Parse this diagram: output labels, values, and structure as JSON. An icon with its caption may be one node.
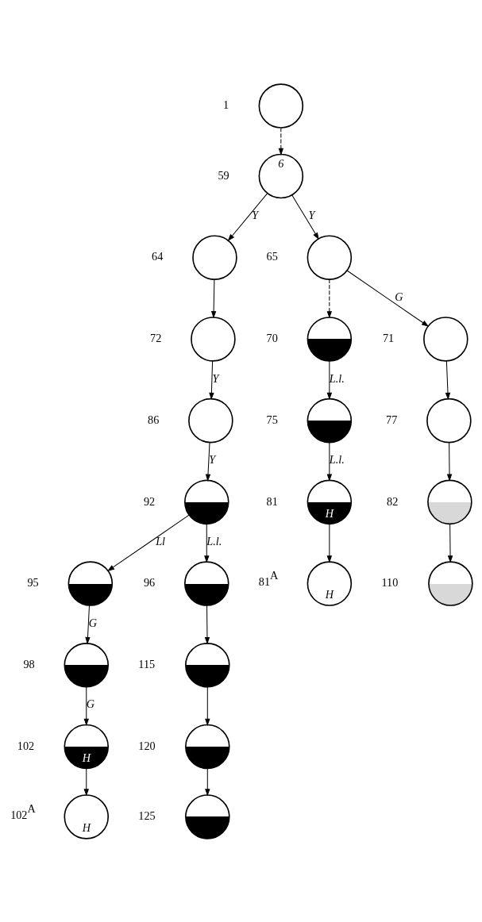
{
  "diagram": {
    "nodes": [
      {
        "text": [],
        "shape": "circle",
        "beside": [
          "1"
        ]
      },
      {
        "text": [
          "6"
        ],
        "beside": [
          "59"
        ]
      },
      {
        "text": [],
        "shape": "circle",
        "beside": [
          "64"
        ]
      },
      {
        "text": [],
        "shape": "circle",
        "beside": [
          "65"
        ]
      },
      {
        "text": [],
        "shape": "circle",
        "beside": [
          "72"
        ]
      },
      {
        "text": [],
        "shape": "circle",
        "beside": [
          "70"
        ]
      },
      {
        "text": [],
        "shape": "circle",
        "beside": [
          "71"
        ]
      },
      {
        "text": [],
        "shape": "circle",
        "beside": [
          "86"
        ]
      },
      {
        "text": [],
        "shape": "circle",
        "beside": [
          "75"
        ]
      },
      {
        "text": [],
        "shape": "circle",
        "beside": [
          "77"
        ]
      },
      {
        "text": [],
        "shape": "circle",
        "beside": [
          "92"
        ]
      },
      {
        "text": [
          "H"
        ],
        "beside": [
          "81"
        ]
      },
      {
        "text": [],
        "shape": "circle",
        "beside": [
          "82"
        ]
      },
      {
        "text": [],
        "shape": "circle",
        "beside": [
          "95"
        ]
      },
      {
        "text": [],
        "shape": "circle",
        "beside": [
          "96"
        ]
      },
      {
        "text": [
          "H"
        ],
        "beside": [
          "81$^{A}$"
        ]
      },
      {
        "text": [],
        "shape": "circle",
        "beside": [
          "110"
        ]
      },
      {
        "text": [],
        "shape": "circle",
        "beside": [
          "98"
        ]
      },
      {
        "text": [],
        "shape": "circle",
        "beside": [
          "115"
        ]
      },
      {
        "text": [
          "H"
        ],
        "beside": [
          "102"
        ]
      },
      {
        "text": [],
        "shape": "circle",
        "beside": [
          "120"
        ]
      },
      {
        "text": [
          "H"
        ],
        "beside": [
          "102$^{A}$"
        ]
      },
      {
        "text": [],
        "shape": "circle",
        "beside": [
          "125"
        ]
      }
    ],
    "edges": [
      {
        "from": 0,
        "to": 1,
        "arrow": "to",
        "style": "dashed"
      },
      {
        "from": 1,
        "to": 2,
        "arrow": "to",
        "label": "Y"
      },
      {
        "from": 1,
        "to": 3,
        "arrow": "to",
        "label": "Y"
      },
      {
        "from": 2,
        "to": 4,
        "arrow": "to"
      },
      {
        "from": 3,
        "to": 5,
        "arrow": "to",
        "style": "dashed"
      },
      {
        "from": 3,
        "to": 6,
        "arrow": "to",
        "label": "G"
      },
      {
        "from": 4,
        "to": 7,
        "arrow": "to",
        "label": "Y"
      },
      {
        "from": 5,
        "to": 8,
        "arrow": "to",
        "label": "L.l."
      },
      {
        "from": 6,
        "to": 9,
        "arrow": "to"
      },
      {
        "from": 7,
        "to": 10,
        "arrow": "to",
        "label": "Y"
      },
      {
        "from": 8,
        "to": 11,
        "arrow": "to",
        "label": "L.l."
      },
      {
        "from": 9,
        "to": 12,
        "arrow": "to"
      },
      {
        "from": 10,
        "to": 13,
        "arrow": "to",
        "label": "Ll"
      },
      {
        "from": 10,
        "to": 14,
        "arrow": "to",
        "label": "L.l."
      },
      {
        "from": 11,
        "to": 15,
        "arrow": "to"
      },
      {
        "from": 12,
        "to": 16,
        "arrow": "to"
      },
      {
        "from": 13,
        "to": 17,
        "arrow": "to",
        "label": "G"
      },
      {
        "from": 14,
        "to": 18,
        "arrow": "to"
      },
      {
        "from": 17,
        "to": 19,
        "arrow": "to",
        "label": "G"
      },
      {
        "from": 18,
        "to": 20,
        "arrow": "to"
      },
      {
        "from": 19,
        "to": 21,
        "arrow": "to"
      },
      {
        "from": 20,
        "to": 22,
        "arrow": "to"
      }
    ]
  }
}
